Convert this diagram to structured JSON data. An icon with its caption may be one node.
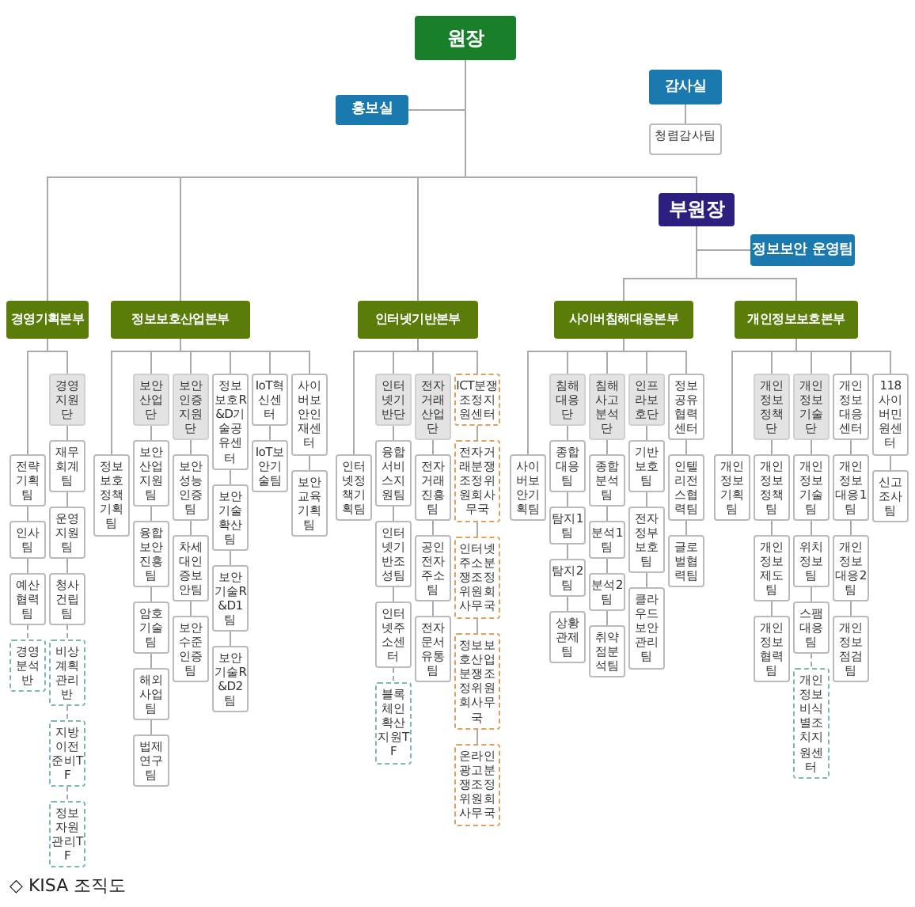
{
  "diagram": {
    "caption": "◇ KISA 조직도",
    "nodes": [
      {
        "text": [
          "원장"
        ]
      },
      {
        "text": [
          "홍보실"
        ]
      },
      {
        "text": [
          "감사실"
        ]
      },
      {
        "text": [
          "청렴감사팀"
        ]
      },
      {
        "text": [
          "부원장"
        ]
      },
      {
        "text": [
          "정보보안 운영팀"
        ]
      },
      {
        "text": [
          "경영기획본부"
        ]
      },
      {
        "text": [
          "정보보호산업본부"
        ]
      },
      {
        "text": [
          "인터넷기반본부"
        ]
      },
      {
        "text": [
          "사이버침해대응본부"
        ]
      },
      {
        "text": [
          "개인정보보호본부"
        ]
      },
      {
        "text": [
          "전략기획팀"
        ]
      },
      {
        "text": [
          "인사팀"
        ]
      },
      {
        "text": [
          "예산협력팀"
        ]
      },
      {
        "text": [
          "경영분석반"
        ]
      },
      {
        "text": [
          "경영지원단"
        ]
      },
      {
        "text": [
          "재무회계팀"
        ]
      },
      {
        "text": [
          "운영지원팀"
        ]
      },
      {
        "text": [
          "청사건립팀"
        ]
      },
      {
        "text": [
          "비상계획관리반"
        ]
      },
      {
        "text": [
          "지방이전준비TF"
        ]
      },
      {
        "text": [
          "정보자원관리TF"
        ]
      },
      {
        "text": [
          "정보보호정책기획팀"
        ]
      },
      {
        "text": [
          "보안산업단"
        ]
      },
      {
        "text": [
          "보안산업지원팀"
        ]
      },
      {
        "text": [
          "융합보안진흥팀"
        ]
      },
      {
        "text": [
          "암호기술팀"
        ]
      },
      {
        "text": [
          "해외사업팀"
        ]
      },
      {
        "text": [
          "법제연구팀"
        ]
      },
      {
        "text": [
          "보안인증지원단"
        ]
      },
      {
        "text": [
          "보안성능인증팀"
        ]
      },
      {
        "text": [
          "차세대인증보안팀"
        ]
      },
      {
        "text": [
          "보안수준인증팀"
        ]
      },
      {
        "text": [
          "정보보호R&D기술공유센터"
        ]
      },
      {
        "text": [
          "보안기술확산팀"
        ]
      },
      {
        "text": [
          "보안기술R&D1팀"
        ]
      },
      {
        "text": [
          "보안기술R&D2팀"
        ]
      },
      {
        "text": [
          "IoT혁신센터"
        ]
      },
      {
        "text": [
          "IoT보안기술팀"
        ]
      },
      {
        "text": [
          "사이버보안인재센터"
        ]
      },
      {
        "text": [
          "보안교육기획팀"
        ]
      },
      {
        "text": [
          "인터넷정책기획팀"
        ]
      },
      {
        "text": [
          "인터넷기반단"
        ]
      },
      {
        "text": [
          "융합서비스지원팀"
        ]
      },
      {
        "text": [
          "인터넷기반조성팀"
        ]
      },
      {
        "text": [
          "인터넷주소센터"
        ]
      },
      {
        "text": [
          "블록체인확산지원TF"
        ]
      },
      {
        "text": [
          "전자거래산업단"
        ]
      },
      {
        "text": [
          "전자거래진흥팀"
        ]
      },
      {
        "text": [
          "공인전자주소팀"
        ]
      },
      {
        "text": [
          "전자문서유통팀"
        ]
      },
      {
        "text": [
          "ICT분쟁조정지원센터"
        ]
      },
      {
        "text": [
          "전자거래분쟁조정위원회사무국"
        ]
      },
      {
        "text": [
          "인터넷주소분쟁조정위원회사무국"
        ]
      },
      {
        "text": [
          "정보보호산업분쟁조정위원회사무국"
        ]
      },
      {
        "text": [
          "온라인광고분쟁조정위원회사무국"
        ]
      },
      {
        "text": [
          "사이버보안기획팀"
        ]
      },
      {
        "text": [
          "침해대응단"
        ]
      },
      {
        "text": [
          "종합대응팀"
        ]
      },
      {
        "text": [
          "탐지1팀"
        ]
      },
      {
        "text": [
          "탐지2팀"
        ]
      },
      {
        "text": [
          "상황관제팀"
        ]
      },
      {
        "text": [
          "침해사고분석단"
        ]
      },
      {
        "text": [
          "종합분석팀"
        ]
      },
      {
        "text": [
          "분석1팀"
        ]
      },
      {
        "text": [
          "분석2팀"
        ]
      },
      {
        "text": [
          "취약점분석팀"
        ]
      },
      {
        "text": [
          "인프라보호단"
        ]
      },
      {
        "text": [
          "기반보호팀"
        ]
      },
      {
        "text": [
          "전자정부보호팀"
        ]
      },
      {
        "text": [
          "클라우드보안관리팀"
        ]
      },
      {
        "text": [
          "정보공유협력센터"
        ]
      },
      {
        "text": [
          "인텔리전스협력팀"
        ]
      },
      {
        "text": [
          "글로벌협력팀"
        ]
      },
      {
        "text": [
          "개인정보기획팀"
        ]
      },
      {
        "text": [
          "개인정보정책단"
        ]
      },
      {
        "text": [
          "개인정보정책팀"
        ]
      },
      {
        "text": [
          "개인정보제도팀"
        ]
      },
      {
        "text": [
          "개인정보협력팀"
        ]
      },
      {
        "text": [
          "개인정보기술단"
        ]
      },
      {
        "text": [
          "개인정보기술팀"
        ]
      },
      {
        "text": [
          "위치정보팀"
        ]
      },
      {
        "text": [
          "스팸대응팀"
        ]
      },
      {
        "text": [
          "개인정보비식별조치지원센터"
        ]
      },
      {
        "text": [
          "개인정보대응센터"
        ]
      },
      {
        "text": [
          "개인정보대응1팀"
        ]
      },
      {
        "text": [
          "개인정보대응2팀"
        ]
      },
      {
        "text": [
          "개인정보점검팀"
        ]
      },
      {
        "text": [
          "118사이버민원센터"
        ]
      },
      {
        "text": [
          "신고조사팀"
        ]
      }
    ],
    "edges": [
      {
        "from": 0,
        "to": 1,
        "arrow": "none"
      },
      {
        "from": 2,
        "to": 3,
        "arrow": "none"
      },
      {
        "from": 0,
        "to": 6,
        "arrow": "none"
      },
      {
        "from": 0,
        "to": 7,
        "arrow": "none"
      },
      {
        "from": 0,
        "to": 8,
        "arrow": "none"
      },
      {
        "from": 0,
        "to": 4,
        "arrow": "none"
      },
      {
        "from": 4,
        "to": 5,
        "arrow": "none"
      },
      {
        "from": 4,
        "to": 9,
        "arrow": "none"
      },
      {
        "from": 4,
        "to": 10,
        "arrow": "none"
      },
      {
        "from": 6,
        "to": 11,
        "arrow": "none"
      },
      {
        "from": 11,
        "to": 12,
        "arrow": "none"
      },
      {
        "from": 12,
        "to": 13,
        "arrow": "none"
      },
      {
        "from": 13,
        "to": 14,
        "arrow": "none",
        "style": "dashed"
      },
      {
        "from": 6,
        "to": 15,
        "arrow": "none"
      },
      {
        "from": 15,
        "to": 16,
        "arrow": "none"
      },
      {
        "from": 16,
        "to": 17,
        "arrow": "none"
      },
      {
        "from": 17,
        "to": 18,
        "arrow": "none"
      },
      {
        "from": 18,
        "to": 19,
        "arrow": "none",
        "style": "dashed"
      },
      {
        "from": 19,
        "to": 20,
        "arrow": "none",
        "style": "dashed"
      },
      {
        "from": 20,
        "to": 21,
        "arrow": "none",
        "style": "dashed"
      },
      {
        "from": 7,
        "to": 22,
        "arrow": "none"
      },
      {
        "from": 7,
        "to": 23,
        "arrow": "none"
      },
      {
        "from": 23,
        "to": 24,
        "arrow": "none"
      },
      {
        "from": 24,
        "to": 25,
        "arrow": "none"
      },
      {
        "from": 25,
        "to": 26,
        "arrow": "none"
      },
      {
        "from": 26,
        "to": 27,
        "arrow": "none"
      },
      {
        "from": 27,
        "to": 28,
        "arrow": "none"
      },
      {
        "from": 7,
        "to": 29,
        "arrow": "none"
      },
      {
        "from": 29,
        "to": 30,
        "arrow": "none"
      },
      {
        "from": 30,
        "to": 31,
        "arrow": "none"
      },
      {
        "from": 31,
        "to": 32,
        "arrow": "none"
      },
      {
        "from": 7,
        "to": 33,
        "arrow": "none"
      },
      {
        "from": 33,
        "to": 34,
        "arrow": "none"
      },
      {
        "from": 34,
        "to": 35,
        "arrow": "none"
      },
      {
        "from": 35,
        "to": 36,
        "arrow": "none"
      },
      {
        "from": 7,
        "to": 37,
        "arrow": "none"
      },
      {
        "from": 37,
        "to": 38,
        "arrow": "none"
      },
      {
        "from": 7,
        "to": 39,
        "arrow": "none"
      },
      {
        "from": 39,
        "to": 40,
        "arrow": "none"
      },
      {
        "from": 8,
        "to": 41,
        "arrow": "none"
      },
      {
        "from": 8,
        "to": 42,
        "arrow": "none"
      },
      {
        "from": 42,
        "to": 43,
        "arrow": "none"
      },
      {
        "from": 43,
        "to": 44,
        "arrow": "none"
      },
      {
        "from": 44,
        "to": 45,
        "arrow": "none"
      },
      {
        "from": 45,
        "to": 46,
        "arrow": "none",
        "style": "dashed"
      },
      {
        "from": 8,
        "to": 47,
        "arrow": "none"
      },
      {
        "from": 47,
        "to": 48,
        "arrow": "none"
      },
      {
        "from": 48,
        "to": 49,
        "arrow": "none"
      },
      {
        "from": 49,
        "to": 50,
        "arrow": "none"
      },
      {
        "from": 8,
        "to": 51,
        "arrow": "none"
      },
      {
        "from": 51,
        "to": 52,
        "arrow": "none"
      },
      {
        "from": 52,
        "to": 53,
        "arrow": "none"
      },
      {
        "from": 53,
        "to": 54,
        "arrow": "none"
      },
      {
        "from": 54,
        "to": 55,
        "arrow": "none"
      },
      {
        "from": 9,
        "to": 56,
        "arrow": "none"
      },
      {
        "from": 9,
        "to": 57,
        "arrow": "none"
      },
      {
        "from": 57,
        "to": 58,
        "arrow": "none"
      },
      {
        "from": 58,
        "to": 59,
        "arrow": "none"
      },
      {
        "from": 59,
        "to": 60,
        "arrow": "none"
      },
      {
        "from": 60,
        "to": 61,
        "arrow": "none"
      },
      {
        "from": 9,
        "to": 62,
        "arrow": "none"
      },
      {
        "from": 62,
        "to": 63,
        "arrow": "none"
      },
      {
        "from": 63,
        "to": 64,
        "arrow": "none"
      },
      {
        "from": 64,
        "to": 65,
        "arrow": "none"
      },
      {
        "from": 65,
        "to": 66,
        "arrow": "none"
      },
      {
        "from": 9,
        "to": 67,
        "arrow": "none"
      },
      {
        "from": 67,
        "to": 68,
        "arrow": "none"
      },
      {
        "from": 68,
        "to": 69,
        "arrow": "none"
      },
      {
        "from": 69,
        "to": 70,
        "arrow": "none"
      },
      {
        "from": 9,
        "to": 71,
        "arrow": "none"
      },
      {
        "from": 71,
        "to": 72,
        "arrow": "none"
      },
      {
        "from": 72,
        "to": 73,
        "arrow": "none"
      },
      {
        "from": 10,
        "to": 74,
        "arrow": "none"
      },
      {
        "from": 10,
        "to": 75,
        "arrow": "none"
      },
      {
        "from": 75,
        "to": 76,
        "arrow": "none"
      },
      {
        "from": 76,
        "to": 77,
        "arrow": "none"
      },
      {
        "from": 77,
        "to": 78,
        "arrow": "none"
      },
      {
        "from": 10,
        "to": 79,
        "arrow": "none"
      },
      {
        "from": 79,
        "to": 80,
        "arrow": "none"
      },
      {
        "from": 80,
        "to": 81,
        "arrow": "none"
      },
      {
        "from": 81,
        "to": 82,
        "arrow": "none"
      },
      {
        "from": 82,
        "to": 83,
        "arrow": "none",
        "style": "dashed"
      },
      {
        "from": 10,
        "to": 84,
        "arrow": "none"
      },
      {
        "from": 84,
        "to": 85,
        "arrow": "none"
      },
      {
        "from": 85,
        "to": 86,
        "arrow": "none"
      },
      {
        "from": 86,
        "to": 87,
        "arrow": "none"
      },
      {
        "from": 10,
        "to": 88,
        "arrow": "none"
      },
      {
        "from": 88,
        "to": 89,
        "arrow": "none"
      }
    ]
  }
}
